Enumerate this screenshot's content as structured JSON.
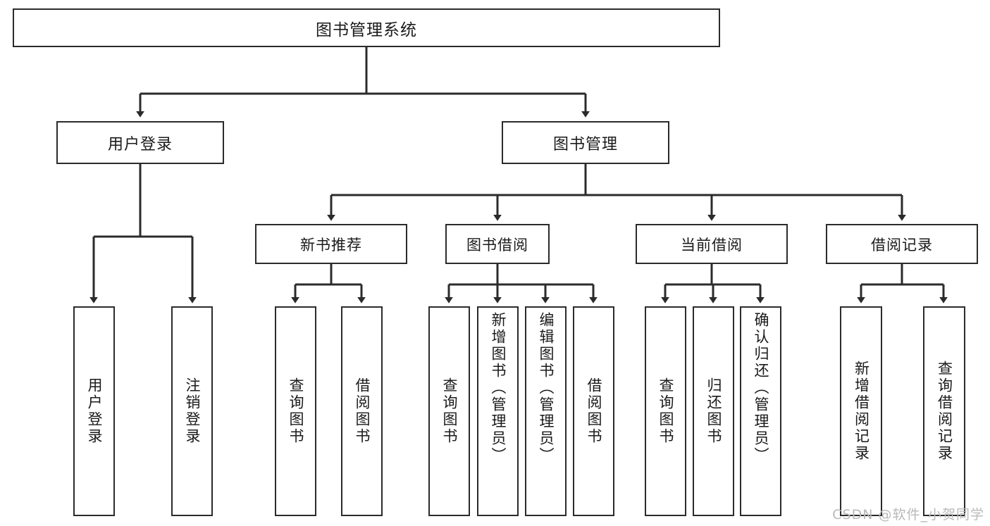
{
  "diagram": {
    "title": "图书管理系统",
    "type": "hierarchy-tree",
    "watermark": "CSDN @软件_小贺同学",
    "colors": {
      "box_border": "#2b2b2b",
      "box_fill": "#ffffff",
      "connector": "#2b2b2b",
      "text": "#1a1a1a",
      "watermark": "#b9b9b9",
      "background": "#ffffff"
    },
    "root": {
      "label": "图书管理系统"
    },
    "level2": [
      {
        "label": "用户登录"
      },
      {
        "label": "图书管理"
      }
    ],
    "level3": [
      {
        "label": "新书推荐"
      },
      {
        "label": "图书借阅"
      },
      {
        "label": "当前借阅"
      },
      {
        "label": "借阅记录"
      }
    ],
    "leaves": {
      "user_login": [
        {
          "label": "用户登录"
        },
        {
          "label": "注销登录"
        }
      ],
      "new_book_recommend": [
        {
          "label": "查询图书"
        },
        {
          "label": "借阅图书"
        }
      ],
      "book_borrow": [
        {
          "label": "查询图书"
        },
        {
          "label": "新增图书（管理员）"
        },
        {
          "label": "编辑图书（管理员）"
        },
        {
          "label": "借阅图书"
        }
      ],
      "current_borrow": [
        {
          "label": "查询图书"
        },
        {
          "label": "归还图书"
        },
        {
          "label": "确认归还（管理员）"
        }
      ],
      "borrow_record": [
        {
          "label": "新增借阅记录"
        },
        {
          "label": "查询借阅记录"
        }
      ]
    }
  }
}
